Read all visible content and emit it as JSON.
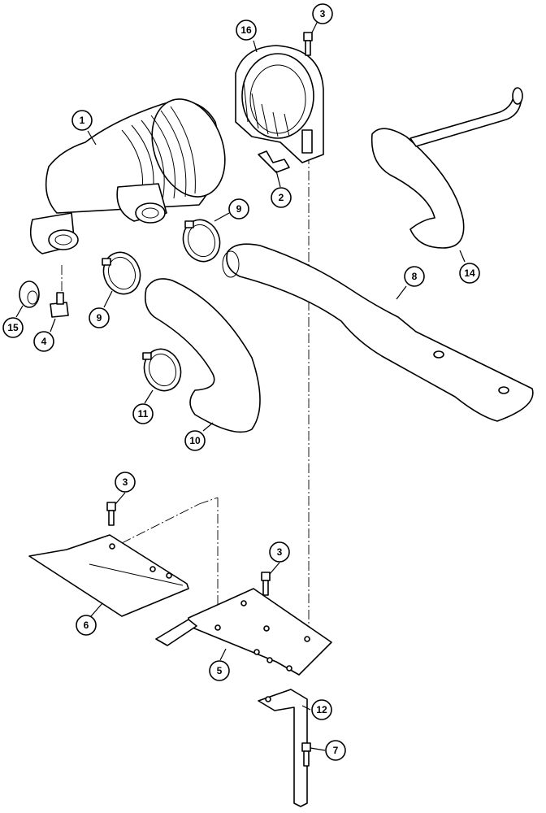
{
  "callouts": {
    "c1": "1",
    "c2": "2",
    "c3_top": "3",
    "c3_bolt_left": "3",
    "c3_bolt_right": "3",
    "c4": "4",
    "c5": "5",
    "c6": "6",
    "c7": "7",
    "c8": "8",
    "c9_upper": "9",
    "c9_lower": "9",
    "c10": "10",
    "c11": "11",
    "c12": "12",
    "c14": "14",
    "c15": "15",
    "c16": "16"
  }
}
